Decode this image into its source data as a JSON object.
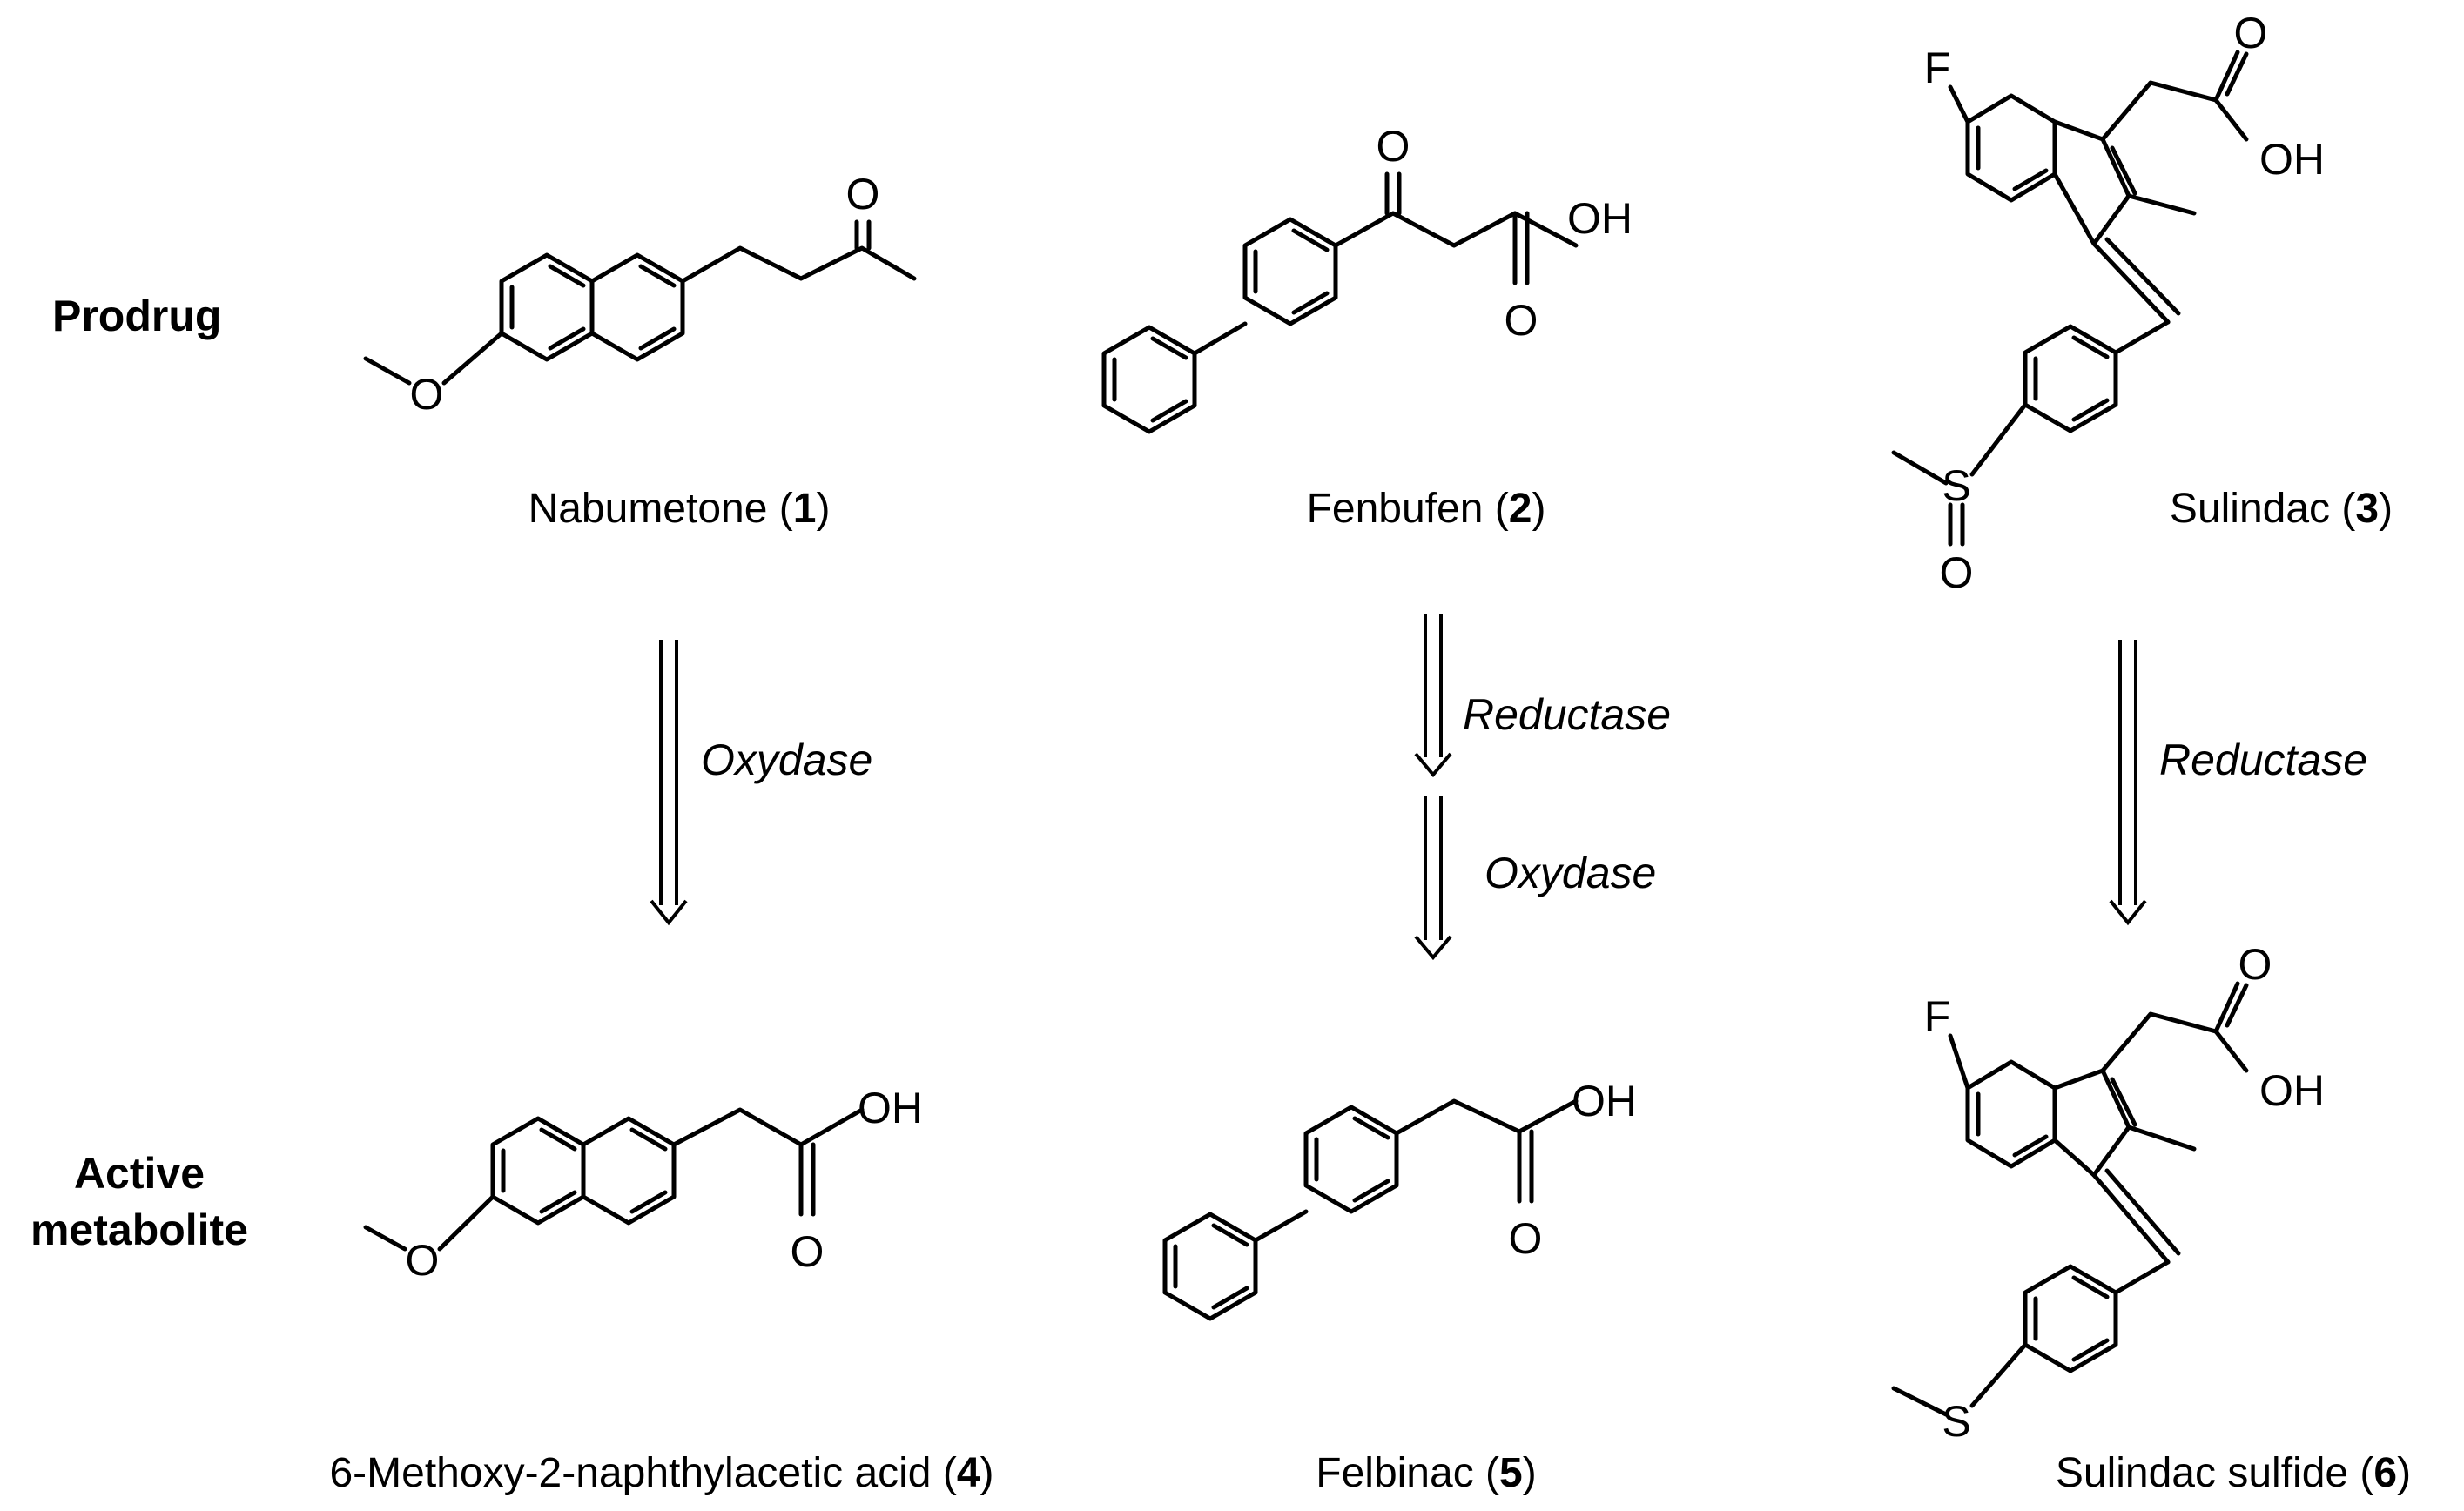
{
  "rows": {
    "prodrug": "Prodrug",
    "active_1": "Active",
    "active_2": "metabolite"
  },
  "compounds": [
    {
      "name": "Nabumetone",
      "num": "1"
    },
    {
      "name": "Fenbufen",
      "num": "2"
    },
    {
      "name": "Sulindac",
      "num": "3"
    },
    {
      "name": "6-Methoxy-2-naphthylacetic acid",
      "num": "4"
    },
    {
      "name": "Felbinac",
      "num": "5"
    },
    {
      "name": "Sulindac sulfide",
      "num": "6"
    }
  ],
  "arrows": [
    {
      "label": "Oxydase"
    },
    {
      "label": "Reductase"
    },
    {
      "label": "Oxydase"
    },
    {
      "label": "Reductase"
    }
  ],
  "atoms": {
    "O": "O",
    "OH": "OH",
    "F": "F",
    "S": "S"
  }
}
